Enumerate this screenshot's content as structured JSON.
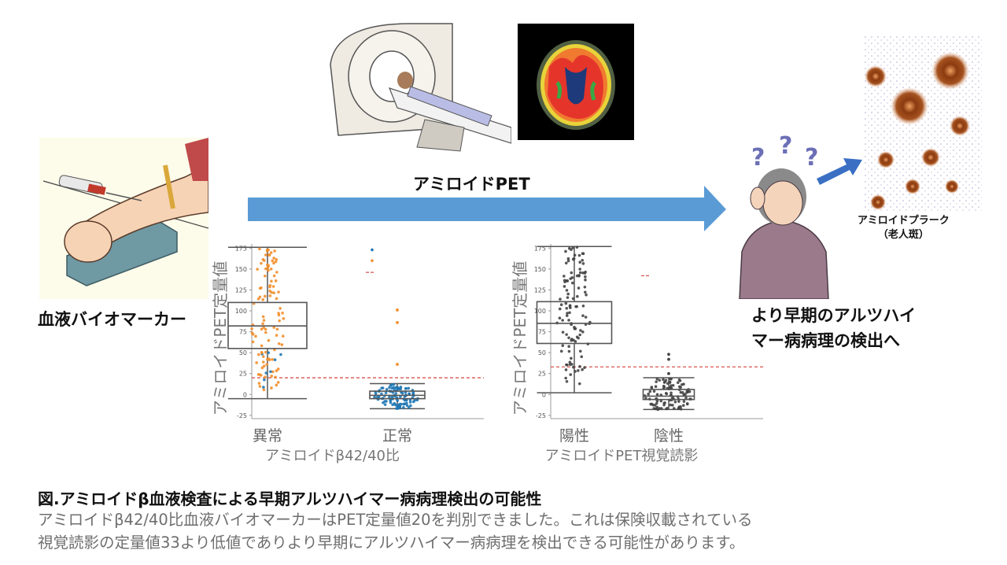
{
  "illustrations": {
    "blood_biomarker_label": "血液バイオマーカー",
    "amyloid_pet_label": "アミロイドPET",
    "early_detection_line1": "より早期のアルツハイ",
    "early_detection_line2": "マー病病理の検出へ",
    "plaque_label_line1": "アミロイドプラーク",
    "plaque_label_line2": "（老人斑）",
    "question_marks": "? ? ?",
    "arrow_color": "#5b9bd5"
  },
  "caption": {
    "title": "図.アミロイドβ血液検査による早期アルツハイマー病病理検出の可能性",
    "body_line1": "アミロイドβ42/40比血液バイオマーカーはPET定量値20を判別できました。これは保険収載されている",
    "body_line2": "視覚読影の定量値33より低値でありより早期にアルツハイマー病病理を検出できる可能性があります。"
  },
  "chart_data": [
    {
      "type": "box",
      "title": "",
      "xlabel": "アミロイドβ42/40比",
      "ylabel": "アミロイドPET定量値",
      "categories": [
        "異常",
        "正常"
      ],
      "yticks": [
        -25,
        0,
        25,
        50,
        75,
        100,
        125,
        150,
        175
      ],
      "ylim": [
        -27,
        180
      ],
      "threshold": {
        "value": 20,
        "style": "red dashed"
      },
      "series": [
        {
          "name": "異常",
          "color": "#f28e2b",
          "q1": 55,
          "median": 82,
          "q3": 110,
          "whisker_low": -5,
          "whisker_high": 176,
          "outliers": []
        },
        {
          "name": "正常",
          "color": "#1f77b4",
          "q1": -5,
          "median": -1,
          "q3": 4,
          "whisker_low": -17,
          "whisker_high": 13,
          "outliers": [
            36,
            86,
            101
          ]
        }
      ],
      "legend": [
        {
          "marker": "blue dot",
          "y": 173
        },
        {
          "marker": "orange dot",
          "y": 160
        },
        {
          "marker": "red dashed line",
          "y": 146
        }
      ]
    },
    {
      "type": "box",
      "title": "",
      "xlabel": "アミロイドPET視覚読影",
      "ylabel": "アミロイドPET定量値",
      "categories": [
        "陽性",
        "陰性"
      ],
      "yticks": [
        -25,
        0,
        25,
        50,
        75,
        100,
        125,
        150,
        175
      ],
      "ylim": [
        -27,
        180
      ],
      "threshold": {
        "value": 33,
        "style": "red dashed"
      },
      "series": [
        {
          "name": "陽性",
          "color": "#444444",
          "q1": 61,
          "median": 85,
          "q3": 111,
          "whisker_low": 2,
          "whisker_high": 177,
          "outliers": []
        },
        {
          "name": "陰性",
          "color": "#444444",
          "q1": -6,
          "median": -2,
          "q3": 6,
          "whisker_low": -18,
          "whisker_high": 20,
          "outliers": [
            25,
            42,
            48
          ]
        }
      ],
      "legend": [
        {
          "marker": "red dashed line",
          "y": 142
        }
      ]
    }
  ]
}
